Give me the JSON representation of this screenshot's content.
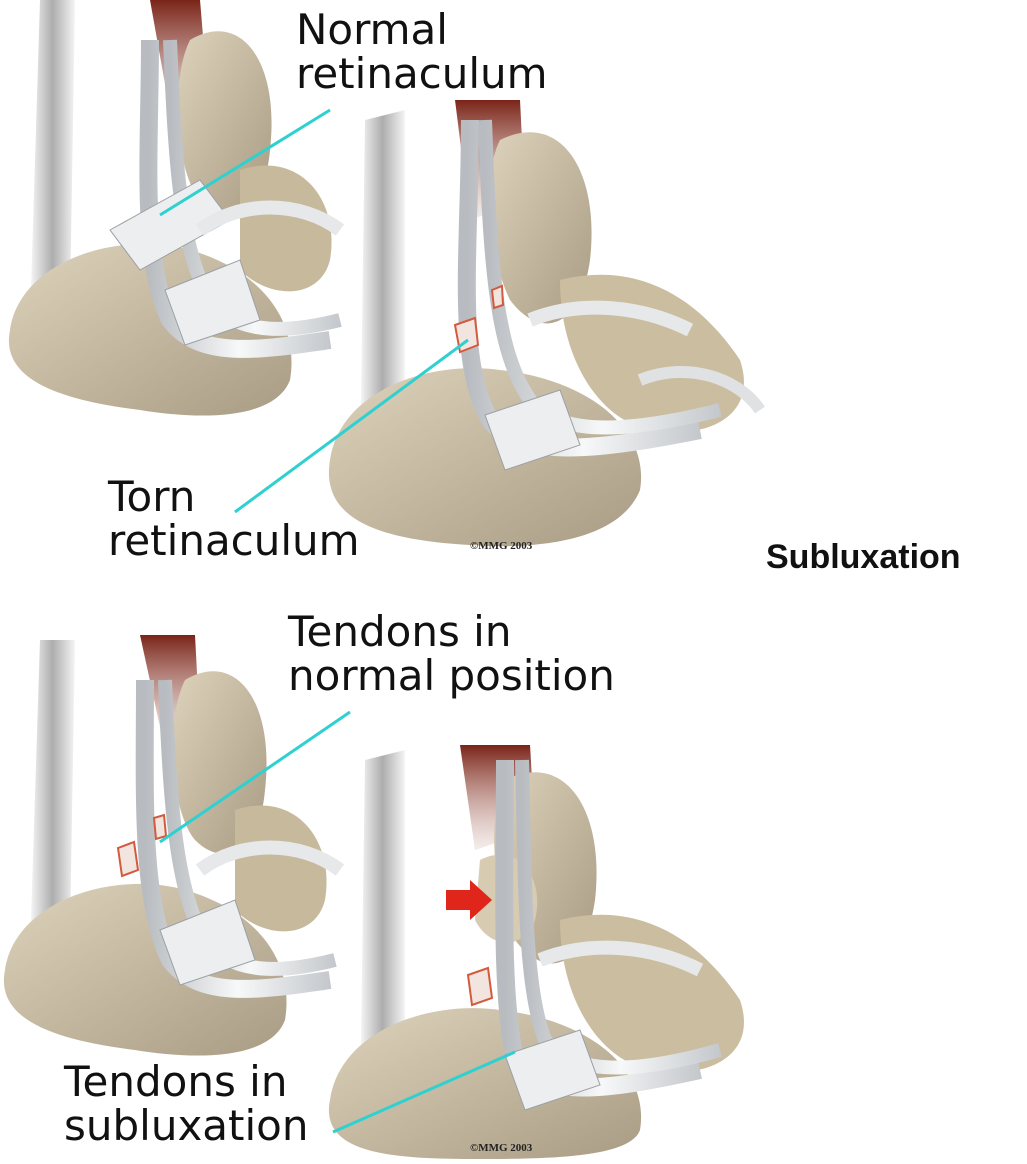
{
  "top_panel": {
    "label_normal": [
      "Normal",
      "retinaculum"
    ],
    "label_torn": [
      "Torn",
      "retinaculum"
    ],
    "copyright": "©MMG 2003"
  },
  "bottom_panel": {
    "label_normal": [
      "Tendons in",
      "normal position"
    ],
    "label_sub": [
      "Tendons in",
      "subluxation"
    ],
    "copyright": "©MMG 2003"
  },
  "side_title": "Subluxation",
  "colors": {
    "bone": "#cdbfa4",
    "bone_shadow": "#9e917a",
    "tendon": "#e8eaec",
    "muscle": "#8a2f22",
    "leader": "#2fd0d0",
    "arrow": "#e0251b"
  }
}
